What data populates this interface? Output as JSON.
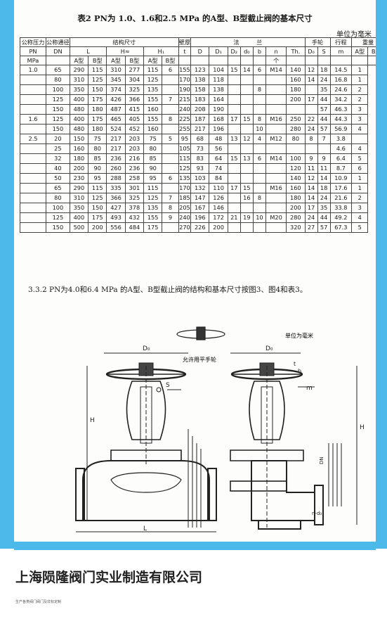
{
  "caption": "表2 PN为 1.0、1.6和2.5 MPa 的A型、B型截止阀的基本尺寸",
  "unit": "单位为毫米",
  "headers": {
    "pn": "公称压力",
    "pn_sym": "PN",
    "pn_unit": "MPa",
    "dn": "公称通径",
    "dn_sym": "DN",
    "struct": "结构尺寸",
    "L": "L",
    "H": "H≈",
    "H1": "H₁",
    "wall": "壁厚",
    "t": "t",
    "flange": "法　　　兰",
    "D": "D",
    "D1": "D₁",
    "D2": "D₂",
    "d0": "d₀",
    "b": "b",
    "n": "n",
    "n_unit": "个",
    "th": "Th.",
    "wheel": "手轮",
    "D0": "D₀",
    "S": "S",
    "stroke": "行程",
    "m": "m",
    "weight": "重量",
    "typeA": "A型",
    "typeB": "B型"
  },
  "rows": [
    [
      "1.0",
      "65",
      "290",
      "115",
      "310",
      "277",
      "115",
      "6",
      "155",
      "123",
      "104",
      "15",
      "14",
      "6",
      "M14",
      "140",
      "12",
      "18",
      "14.5",
      "1"
    ],
    [
      "",
      "80",
      "310",
      "125",
      "345",
      "304",
      "125",
      "",
      "170",
      "138",
      "118",
      "",
      "",
      "",
      "",
      "160",
      "14",
      "24",
      "16.8",
      "1"
    ],
    [
      "",
      "100",
      "350",
      "150",
      "374",
      "325",
      "135",
      "",
      "190",
      "158",
      "138",
      "",
      "",
      "8",
      "",
      "180",
      "",
      "35",
      "24.6",
      "2"
    ],
    [
      "",
      "125",
      "400",
      "175",
      "426",
      "366",
      "155",
      "7",
      "215",
      "183",
      "164",
      "",
      "",
      "",
      "",
      "200",
      "17",
      "44",
      "34.2",
      "2"
    ],
    [
      "",
      "150",
      "480",
      "180",
      "487",
      "415",
      "160",
      "",
      "240",
      "208",
      "190",
      "",
      "",
      "",
      "",
      "",
      "",
      "57",
      "46.3",
      "3"
    ],
    [
      "1.6",
      "125",
      "400",
      "175",
      "465",
      "405",
      "155",
      "8",
      "225",
      "187",
      "168",
      "17",
      "15",
      "8",
      "M16",
      "250",
      "22",
      "44",
      "44.3",
      "3"
    ],
    [
      "",
      "150",
      "480",
      "180",
      "524",
      "452",
      "160",
      "",
      "255",
      "217",
      "196",
      "",
      "",
      "10",
      "",
      "280",
      "24",
      "57",
      "56.9",
      "4"
    ],
    [
      "2.5",
      "20",
      "150",
      "75",
      "217",
      "203",
      "75",
      "5",
      "95",
      "68",
      "48",
      "13",
      "12",
      "4",
      "M12",
      "80",
      "8",
      "7",
      "3.8",
      ""
    ],
    [
      "",
      "25",
      "160",
      "80",
      "217",
      "203",
      "80",
      "",
      "105",
      "73",
      "56",
      "",
      "",
      "",
      "",
      "",
      "",
      "",
      "4.6",
      "4"
    ],
    [
      "",
      "32",
      "180",
      "85",
      "236",
      "216",
      "85",
      "",
      "115",
      "83",
      "64",
      "15",
      "13",
      "6",
      "M14",
      "100",
      "9",
      "9",
      "6.4",
      "5"
    ],
    [
      "",
      "40",
      "200",
      "90",
      "260",
      "236",
      "90",
      "",
      "125",
      "93",
      "74",
      "",
      "",
      "",
      "",
      "120",
      "11",
      "11",
      "8.7",
      "6"
    ],
    [
      "",
      "50",
      "230",
      "95",
      "288",
      "258",
      "95",
      "6",
      "135",
      "103",
      "84",
      "",
      "",
      "",
      "",
      "140",
      "12",
      "14",
      "10.9",
      "1"
    ],
    [
      "",
      "65",
      "290",
      "115",
      "335",
      "301",
      "115",
      "",
      "170",
      "132",
      "110",
      "17",
      "15",
      "",
      "M16",
      "160",
      "14",
      "18",
      "17.6",
      "1"
    ],
    [
      "",
      "80",
      "310",
      "125",
      "366",
      "325",
      "125",
      "7",
      "185",
      "147",
      "126",
      "",
      "16",
      "8",
      "",
      "180",
      "14",
      "24",
      "21.6",
      "2"
    ],
    [
      "",
      "100",
      "350",
      "150",
      "427",
      "378",
      "135",
      "8",
      "205",
      "167",
      "146",
      "",
      "",
      "",
      "",
      "200",
      "17",
      "35",
      "33.8",
      "3"
    ],
    [
      "",
      "125",
      "400",
      "175",
      "493",
      "432",
      "155",
      "9",
      "240",
      "196",
      "172",
      "21",
      "19",
      "10",
      "M20",
      "280",
      "24",
      "44",
      "49.2",
      "4"
    ],
    [
      "",
      "150",
      "500",
      "200",
      "556",
      "484",
      "175",
      "",
      "270",
      "226",
      "200",
      "",
      "",
      "",
      "",
      "320",
      "27",
      "57",
      "67.3",
      "5"
    ]
  ],
  "note": "3.3.2 PN为4.0和6.4 MPa 的A型、B型截止阀的结构和基本尺寸按图3、图4和表3。",
  "diagram": {
    "unit": "单位为毫米",
    "label_handwheel": "允许用平手轮",
    "dim_D0": "D₀",
    "dim_L": "L",
    "dim_H": "H",
    "dim_S": "S",
    "dim_m": "m",
    "dim_dims": "DN",
    "dim_nd0": "n-d₀",
    "dim_t": "t",
    "dim_b": "b"
  },
  "company": "上海陨隆阀门实业制造有限公司",
  "tagline": "生产各类阀门阀门及非标定制",
  "colors": {
    "accent": "#4bb9e9",
    "ink": "#1a1a1a"
  }
}
